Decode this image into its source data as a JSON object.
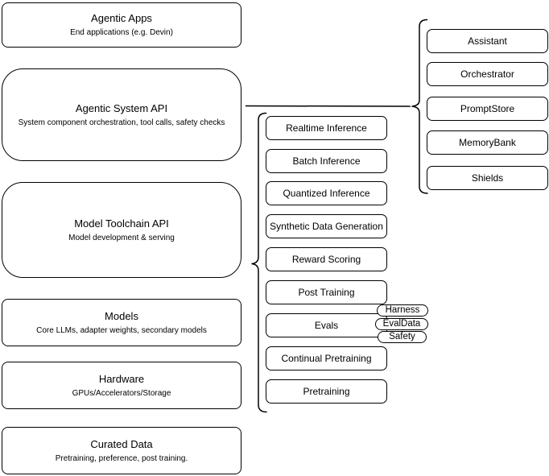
{
  "diagram": {
    "colors": {
      "stroke": "#000000",
      "fill": "#ffffff",
      "background": "#ffffff"
    },
    "left_column": [
      {
        "title": "Agentic Apps",
        "subtitle": "End applications (e.g. Devin)"
      },
      {
        "title": "Agentic System API",
        "subtitle": "System component orchestration, tool calls, safety checks"
      },
      {
        "title": "Model Toolchain API",
        "subtitle": "Model development & serving"
      },
      {
        "title": "Models",
        "subtitle": "Core LLMs, adapter weights, secondary models"
      },
      {
        "title": "Hardware",
        "subtitle": "GPUs/Accelerators/Storage"
      },
      {
        "title": "Curated Data",
        "subtitle": "Pretraining, preference, post training."
      }
    ],
    "toolchain_capabilities": [
      "Realtime Inference",
      "Batch Inference",
      "Quantized Inference",
      "Synthetic Data Generation",
      "Reward Scoring",
      "Post Training",
      "Evals",
      "Continual Pretraining",
      "Pretraining"
    ],
    "evals_tags": [
      "Harness",
      "EvalData",
      "Safety"
    ],
    "system_components": [
      "Assistant",
      "Orchestrator",
      "PromptStore",
      "MemoryBank",
      "Shields"
    ]
  }
}
